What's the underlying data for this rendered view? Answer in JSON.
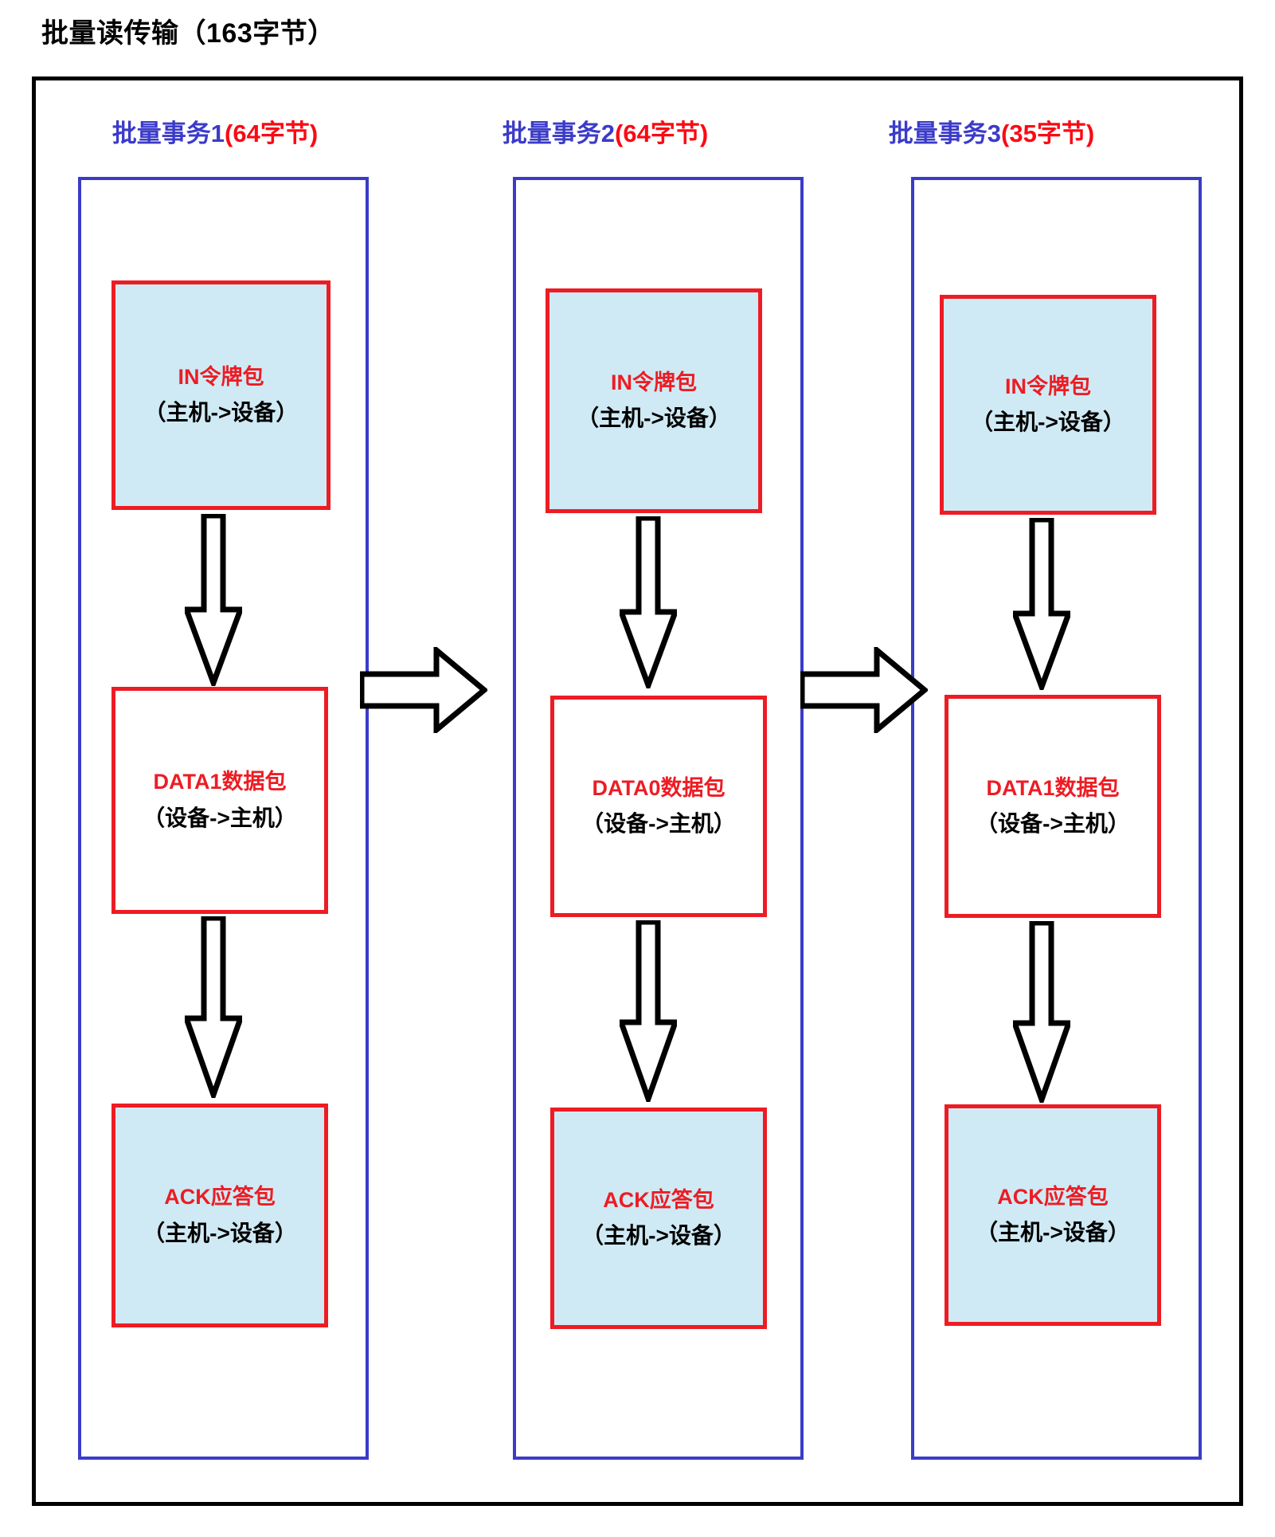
{
  "title": "批量读传输（163字节）",
  "colors": {
    "frame": "#000000",
    "transaction_border": "#3b3bc9",
    "packet_border": "#ed1c24",
    "packet_fill_highlight": "#cfeaf4",
    "packet_fill_plain": "#ffffff",
    "header_text": "#3b3bc9",
    "header_bytes": "#fa0a14",
    "packet_title_text": "#ed1c24",
    "packet_sub_text": "#000000",
    "arrow_stroke": "#000000",
    "arrow_fill": "#ffffff"
  },
  "transactions": [
    {
      "header_name": "批量事务1",
      "header_bytes": "(64字节)",
      "packets": [
        {
          "title": "IN令牌包",
          "sub": "（主机->设备）",
          "fill": "highlight"
        },
        {
          "title": "DATA1数据包",
          "sub": "（设备->主机）",
          "fill": "plain"
        },
        {
          "title": "ACK应答包",
          "sub": "（主机->设备）",
          "fill": "highlight"
        }
      ]
    },
    {
      "header_name": "批量事务2",
      "header_bytes": "(64字节)",
      "packets": [
        {
          "title": "IN令牌包",
          "sub": "（主机->设备）",
          "fill": "highlight"
        },
        {
          "title": "DATA0数据包",
          "sub": "（设备->主机）",
          "fill": "plain"
        },
        {
          "title": "ACK应答包",
          "sub": "（主机->设备）",
          "fill": "highlight"
        }
      ]
    },
    {
      "header_name": "批量事务3",
      "header_bytes": "(35字节)",
      "packets": [
        {
          "title": "IN令牌包",
          "sub": "（主机->设备）",
          "fill": "highlight"
        },
        {
          "title": "DATA1数据包",
          "sub": "（设备->主机）",
          "fill": "plain"
        },
        {
          "title": "ACK应答包",
          "sub": "（主机->设备）",
          "fill": "highlight"
        }
      ]
    }
  ],
  "flow_arrows": {
    "vertical_direction": "down",
    "horizontal_direction": "right",
    "vertical_count": 6,
    "horizontal_count": 2
  }
}
